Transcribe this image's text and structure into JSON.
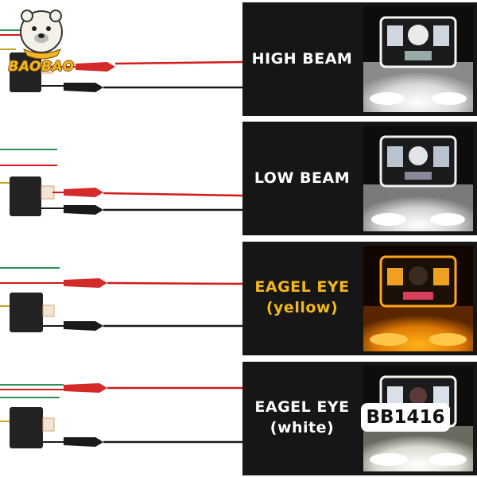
{
  "brand": {
    "logo_text": "BAOBAO"
  },
  "modes": [
    {
      "label_line1": "HIGH BEAM",
      "label_line2": "",
      "label_color": "#ffffff",
      "glow": "white"
    },
    {
      "label_line1": "LOW BEAM",
      "label_line2": "",
      "label_color": "#ffffff",
      "glow": "white"
    },
    {
      "label_line1": "EAGEL EYE",
      "label_line2": "(yellow)",
      "label_color": "#f3b81c",
      "glow": "amber"
    },
    {
      "label_line1": "EAGEL EYE",
      "label_line2": "(white)",
      "label_color": "#ffffff",
      "glow": "white"
    }
  ],
  "model_badge": "BB1416",
  "colors": {
    "panel_bg": "#161616",
    "wire_red": "#d21b1b",
    "wire_black": "#1a1a1a",
    "wire_green": "#2f8f5a",
    "clip_red": "#d42a2a",
    "accent_yellow": "#f3b81c"
  }
}
